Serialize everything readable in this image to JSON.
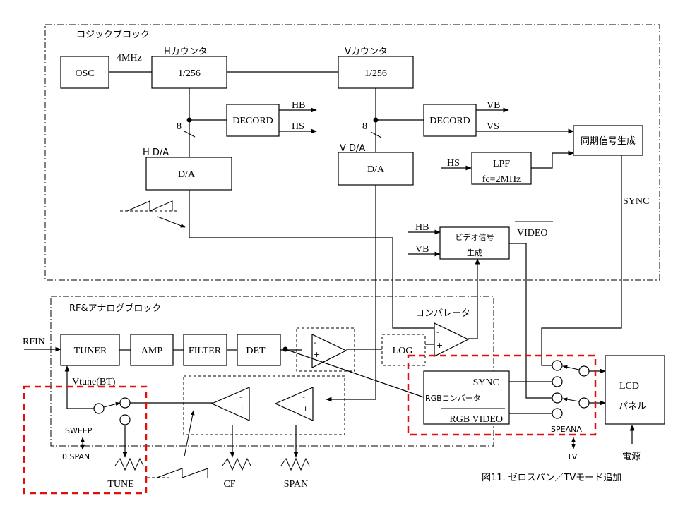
{
  "caption": "図11. ゼロスパン／TVモード追加",
  "colors": {
    "highlight": "#e01010",
    "line": "#000000",
    "background": "#ffffff"
  },
  "logic_block": {
    "title": "ロジックブロック",
    "osc": "OSC",
    "clock_label": "4MHz",
    "h_counter_label": "Hカウンタ",
    "h_counter": "1/256",
    "v_counter_label": "Vカウンタ",
    "v_counter": "1/256",
    "h_decoder": "DECORD",
    "v_decoder": "DECORD",
    "hb": "HB",
    "hs": "HS",
    "vb": "VB",
    "vs": "VS",
    "h_bus_width": "8",
    "v_bus_width": "8",
    "h_da_label": "H D/A",
    "h_da": "D/A",
    "v_da_label": "V D/A",
    "v_da": "D/A",
    "lpf_input": "HS",
    "lpf_line1": "LPF",
    "lpf_line2": "fc=2MHz",
    "sync_gen": "同期信号生成",
    "sync_out": "SYNC",
    "video_gen_hb": "HB",
    "video_gen_vb": "VB",
    "video_gen_line1": "ビデオ信号",
    "video_gen_line2": "生成",
    "video_out": "VIDEO"
  },
  "rf_block": {
    "title": "RF&アナログブロック",
    "rf_in": "RFIN",
    "tuner": "TUNER",
    "amp": "AMP",
    "filter": "FILTER",
    "det": "DET",
    "log": "LOG",
    "comparator_label": "コンパレータ",
    "vtune": "Vtune(BT)",
    "opamp_minus": "-",
    "opamp_plus": "+"
  },
  "controls": {
    "mode_sweep": "SWEEP",
    "mode_zero_span": "0 SPAN",
    "tune": "TUNE",
    "cf": "CF",
    "span": "SPAN"
  },
  "rgb_converter": {
    "sync": "SYNC",
    "title": "RGBコンバータ",
    "video": "RGB VIDEO"
  },
  "output_switch": {
    "mode_speana": "SPEANA",
    "mode_tv": "TV"
  },
  "lcd": {
    "line1": "LCD",
    "line2": "パネル",
    "power": "電源"
  }
}
